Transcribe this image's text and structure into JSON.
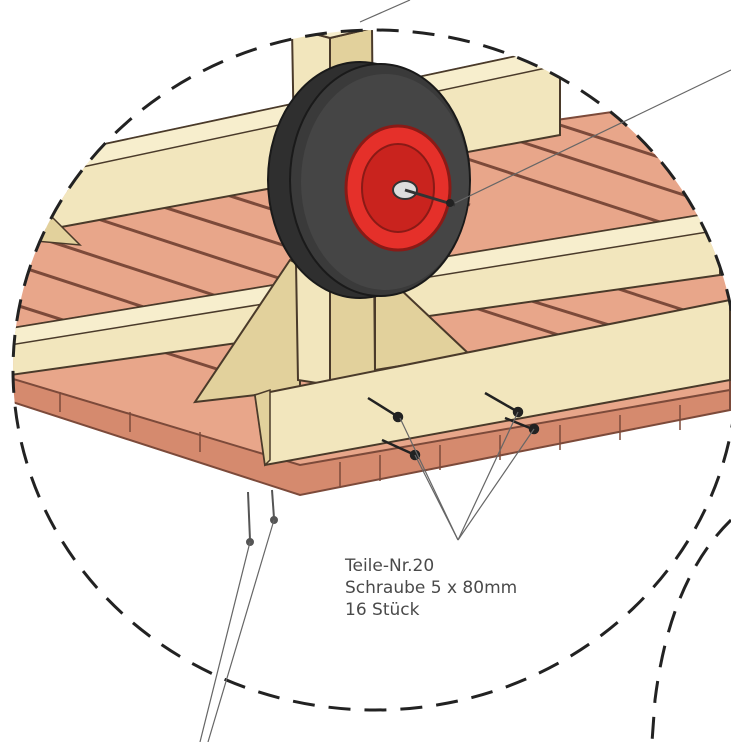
{
  "callout": {
    "part_number": "Teile-Nr.20",
    "part_name": "Schraube 5 x 80mm",
    "quantity": "16 Stück"
  },
  "colors": {
    "wood_light": "#f2e6bd",
    "wood_shade": "#e2d19c",
    "deck_board": "#e8a68a",
    "deck_gap": "#7c4a3a",
    "deck_edge": "#d58a6e",
    "tire": "#3a3a3a",
    "rim": "#e5302a",
    "outline": "#4a3a2a",
    "leader_line": "#666666",
    "detail_circle": "#222222"
  },
  "icons": [
    "wheel-icon",
    "screw-icon"
  ]
}
